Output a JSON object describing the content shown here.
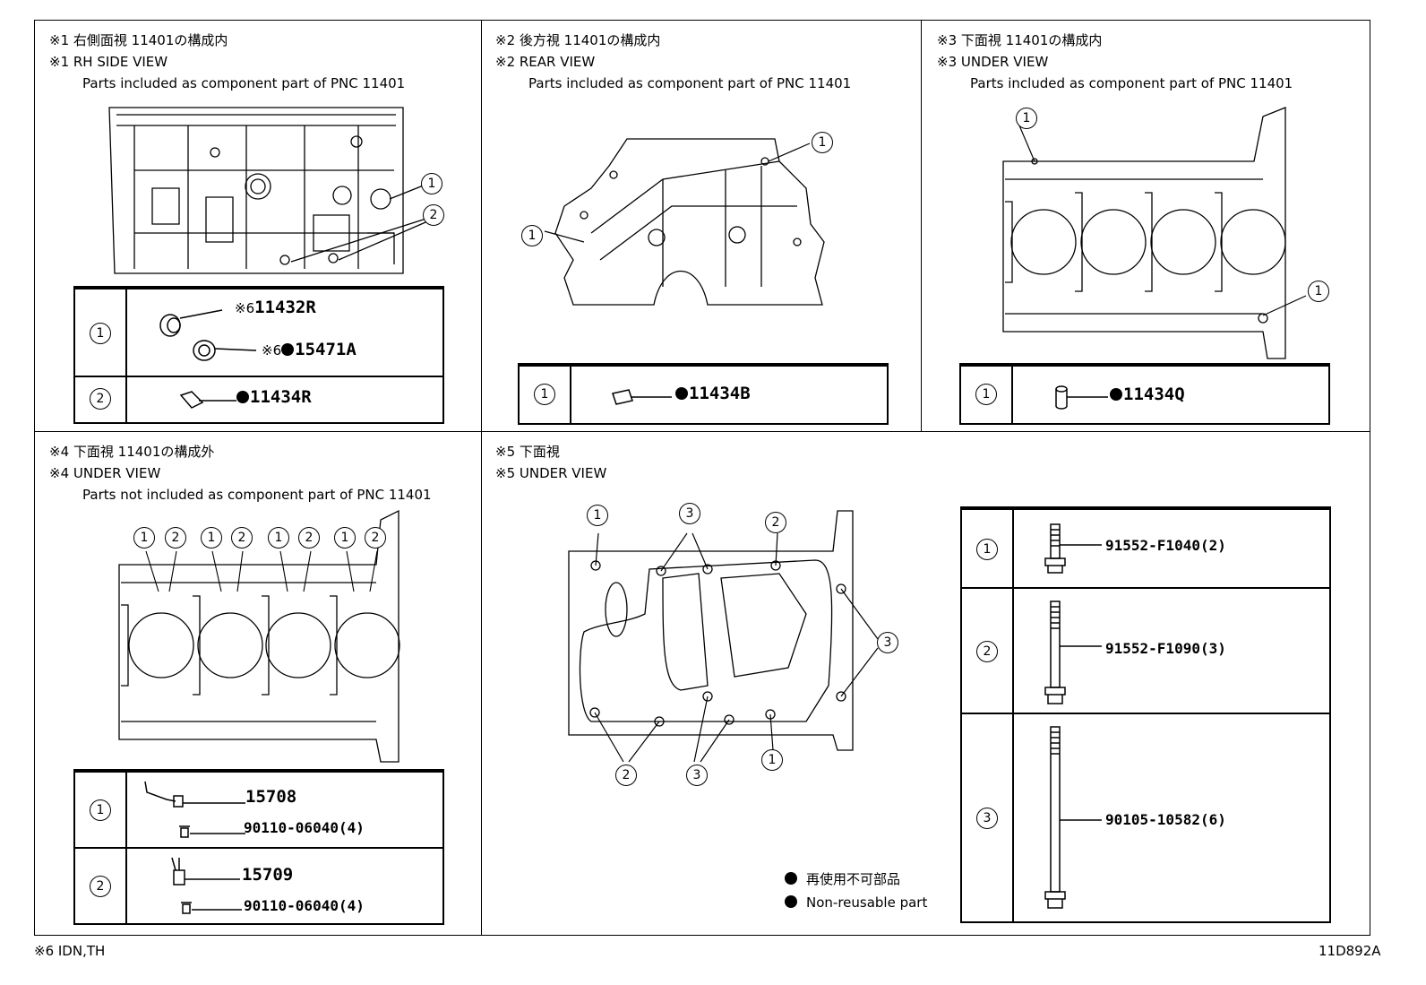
{
  "panels": {
    "p1": {
      "title_jp": "※1 右側面視 11401の構成内",
      "title_en": "※1 RH SIDE VIEW",
      "note": "Parts included as component part of PNC 11401"
    },
    "p2": {
      "title_jp": "※2 後方視 11401の構成内",
      "title_en": "※2 REAR VIEW",
      "note": "Parts included as component part of PNC 11401"
    },
    "p3": {
      "title_jp": "※3 下面視 11401の構成内",
      "title_en": "※3 UNDER VIEW",
      "note": "Parts included as component part of PNC 11401"
    },
    "p4": {
      "title_jp": "※4 下面視 11401の構成外",
      "title_en": "※4 UNDER VIEW",
      "note": "Parts not included as component part of PNC 11401"
    },
    "p5": {
      "title_jp": "※5 下面視",
      "title_en": "※5 UNDER VIEW"
    }
  },
  "callouts": {
    "one": "1",
    "two": "2",
    "three": "3"
  },
  "parts": {
    "p1_a_mark": "※6",
    "p1_a_num": "11432R",
    "p1_b_mark": "※6",
    "p1_b_num": "15471A",
    "p1_c_num": "11434R",
    "p2_a_num": "11434B",
    "p3_a_num": "11434Q",
    "p4_a_num": "15708",
    "p4_a_bolt": "90110-06040(4)",
    "p4_b_num": "15709",
    "p4_b_bolt": "90110-06040(4)",
    "p5_a_num": "91552-F1040(2)",
    "p5_b_num": "91552-F1090(3)",
    "p5_c_num": "90105-10582(6)"
  },
  "legend": {
    "jp": "再使用不可部品",
    "en": "Non-reusable part"
  },
  "footer": {
    "note": "※6 IDN,TH",
    "code": "11D892A"
  }
}
